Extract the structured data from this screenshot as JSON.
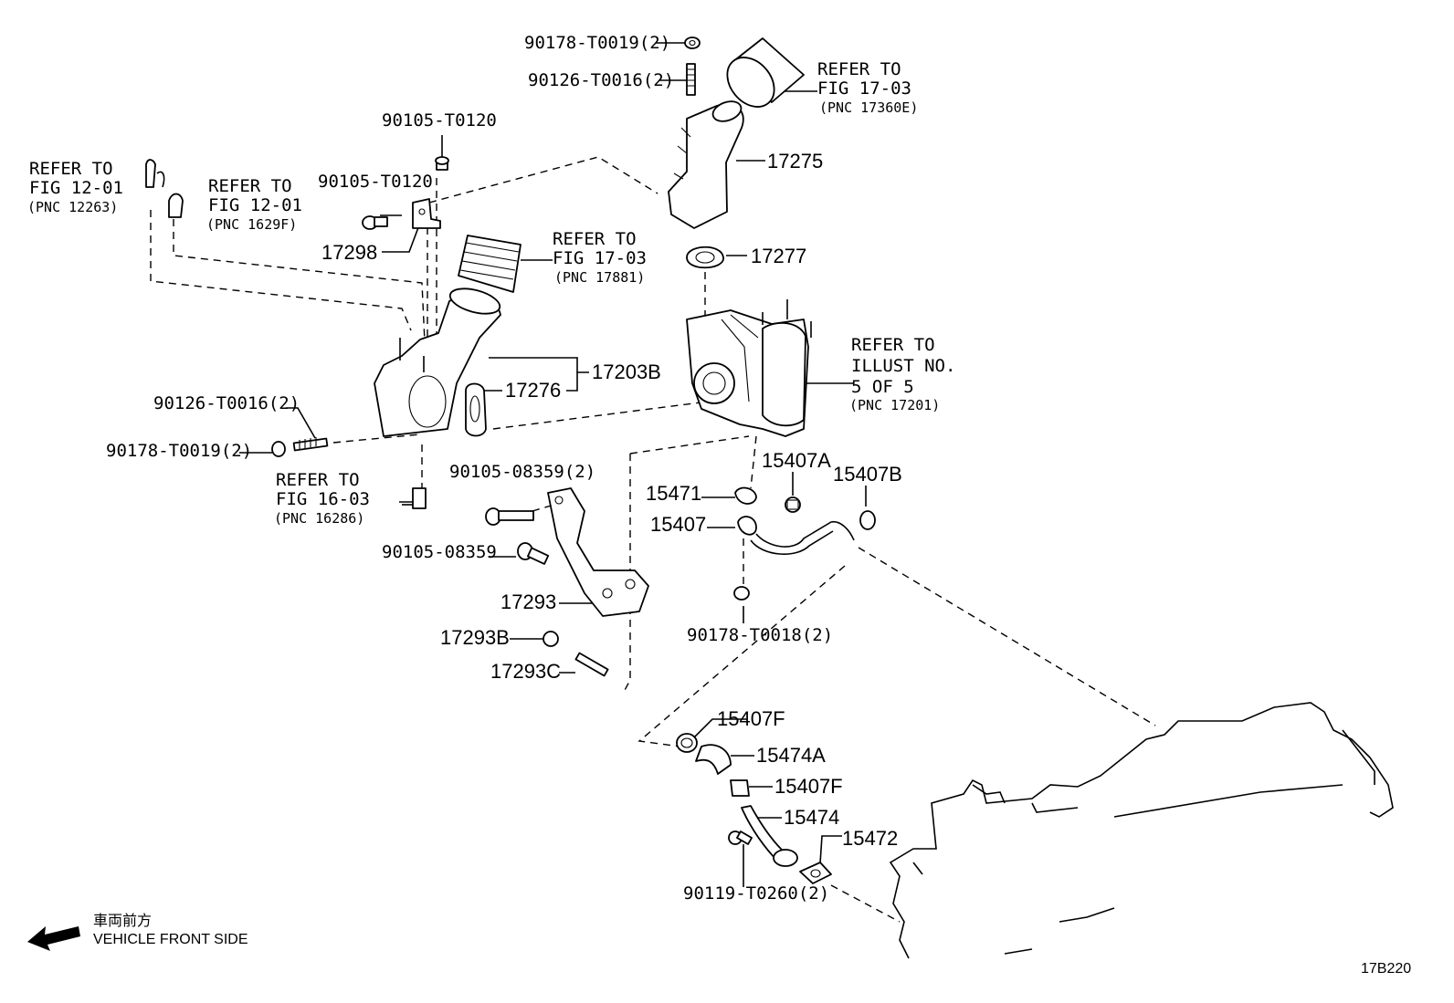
{
  "labels": {
    "p90178_t0019_top": "90178-T0019(2)",
    "p90126_t0016_top": "90126-T0016(2)",
    "p90105_t0120_a": "90105-T0120",
    "p90105_t0120_b": "90105-T0120",
    "p17298": "17298",
    "p17275": "17275",
    "p17277": "17277",
    "p17203b": "17203B",
    "p17276": "17276",
    "p90126_t0016_left": "90126-T0016(2)",
    "p90178_t0019_left": "90178-T0019(2)",
    "p90105_08359_2": "90105-08359(2)",
    "p90105_08359": "90105-08359",
    "p17293": "17293",
    "p17293b": "17293B",
    "p17293c": "17293C",
    "p15407a": "15407A",
    "p15407b": "15407B",
    "p15471": "15471",
    "p15407": "15407",
    "p90178_t0018": "90178-T0018(2)",
    "p15407f_a": "15407F",
    "p15474a": "15474A",
    "p15407f_b": "15407F",
    "p15474": "15474",
    "p15472": "15472",
    "p90119_t0260": "90119-T0260(2)"
  },
  "refs": {
    "fig1701a": {
      "l1": "REFER TO",
      "l2": "FIG 12-01",
      "l3": "(PNC 12263)"
    },
    "fig1201b": {
      "l1": "REFER TO",
      "l2": "FIG 12-01",
      "l3": "(PNC 1629F)"
    },
    "fig1703a": {
      "l1": "REFER TO",
      "l2": "FIG 17-03",
      "l3": "(PNC 17881)"
    },
    "fig1703b": {
      "l1": "REFER TO",
      "l2": "FIG 17-03",
      "l3": "(PNC 17360E)"
    },
    "illust": {
      "l1": "REFER TO",
      "l2": "ILLUST NO.",
      "l3": "5 OF 5",
      "l4": "(PNC 17201)"
    },
    "fig1603": {
      "l1": "REFER TO",
      "l2": "FIG 16-03",
      "l3": "(PNC 16286)"
    }
  },
  "legend": {
    "jp": "車両前方",
    "en": "VEHICLE FRONT SIDE"
  },
  "figure_id": "17B220"
}
